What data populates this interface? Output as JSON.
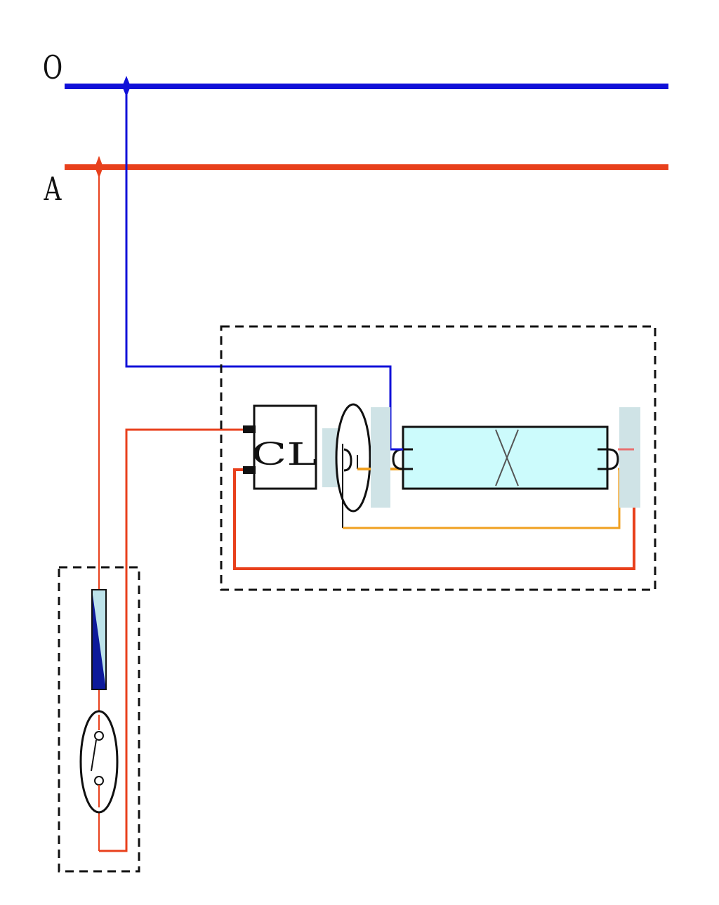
{
  "labels": {
    "neutral": "O",
    "phase": "A",
    "ballast": "CL"
  },
  "colors": {
    "neutral_wire": "#1010d8",
    "phase_wire": "#e8401c",
    "starter_wire": "#f0a020",
    "tube_fill": "#ccfbfc",
    "socket_fill": "#cfe3e6",
    "fuse_light": "#bde3ea",
    "fuse_dark": "#0d1a9a",
    "outline": "#111111"
  }
}
